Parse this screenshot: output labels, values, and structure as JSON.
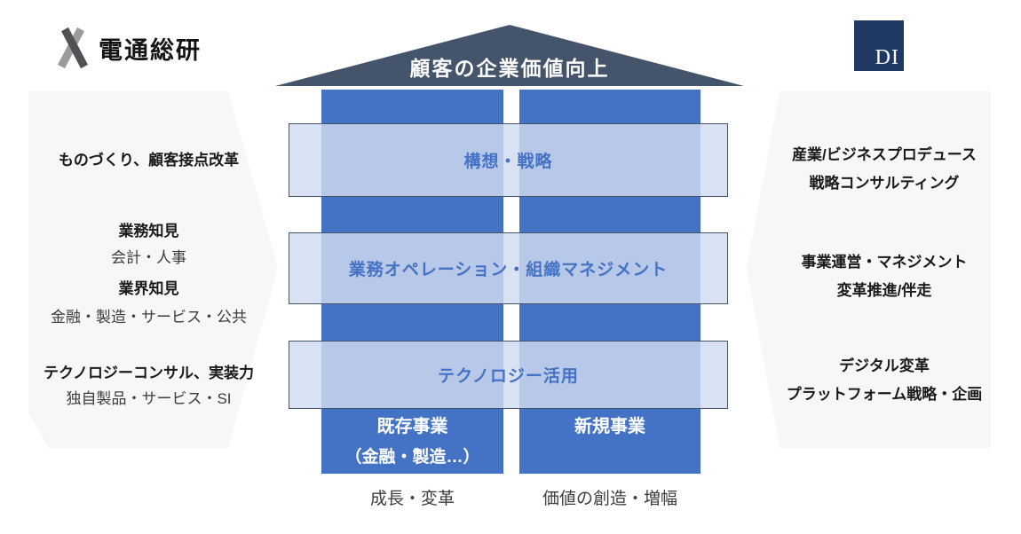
{
  "branding": {
    "left_logo_text": "電通総研",
    "right_logo_text": "DI"
  },
  "roof": {
    "label": "顧客の企業価値向上"
  },
  "bands": [
    {
      "label": "構想・戦略"
    },
    {
      "label": "業務オペレーション・組織マネジメント"
    },
    {
      "label": "テクノロジー活用"
    }
  ],
  "pillars": {
    "left": {
      "title": "既存事業",
      "subtitle": "（金融・製造…）",
      "caption": "成長・変革"
    },
    "right": {
      "title": "新規事業",
      "caption": "価値の創造・増幅"
    }
  },
  "left_panel": {
    "lines": [
      {
        "text": "ものづくり、顧客接点改革",
        "style": "bold"
      },
      {
        "text": "業務知見",
        "style": "bold"
      },
      {
        "text": "会計・人事",
        "style": "regular"
      },
      {
        "text": "業界知見",
        "style": "bold"
      },
      {
        "text": "金融・製造・サービス・公共",
        "style": "regular"
      },
      {
        "text": "テクノロジーコンサル、実装力",
        "style": "bold"
      },
      {
        "text": "独自製品・サービス・SI",
        "style": "regular"
      }
    ]
  },
  "right_panel": {
    "lines": [
      {
        "text": "産業/ビジネスプロデュース",
        "style": "bold"
      },
      {
        "text": "戦略コンサルティング",
        "style": "bold"
      },
      {
        "text": "事業運営・マネジメント",
        "style": "bold"
      },
      {
        "text": "変革推進/伴走",
        "style": "bold"
      },
      {
        "text": "デジタル変革",
        "style": "bold"
      },
      {
        "text": "プラットフォーム戦略・企画",
        "style": "bold"
      }
    ]
  },
  "colors": {
    "pillar_blue": "#4472C4",
    "roof_slate": "#44546A",
    "band_fill": "#DAE3F3",
    "band_text": "#4472C4",
    "di_navy": "#203864",
    "panel_gray": "#F7F7F8",
    "logo_dark_gray": "#515256",
    "logo_light_gray": "#9B9B9D"
  }
}
